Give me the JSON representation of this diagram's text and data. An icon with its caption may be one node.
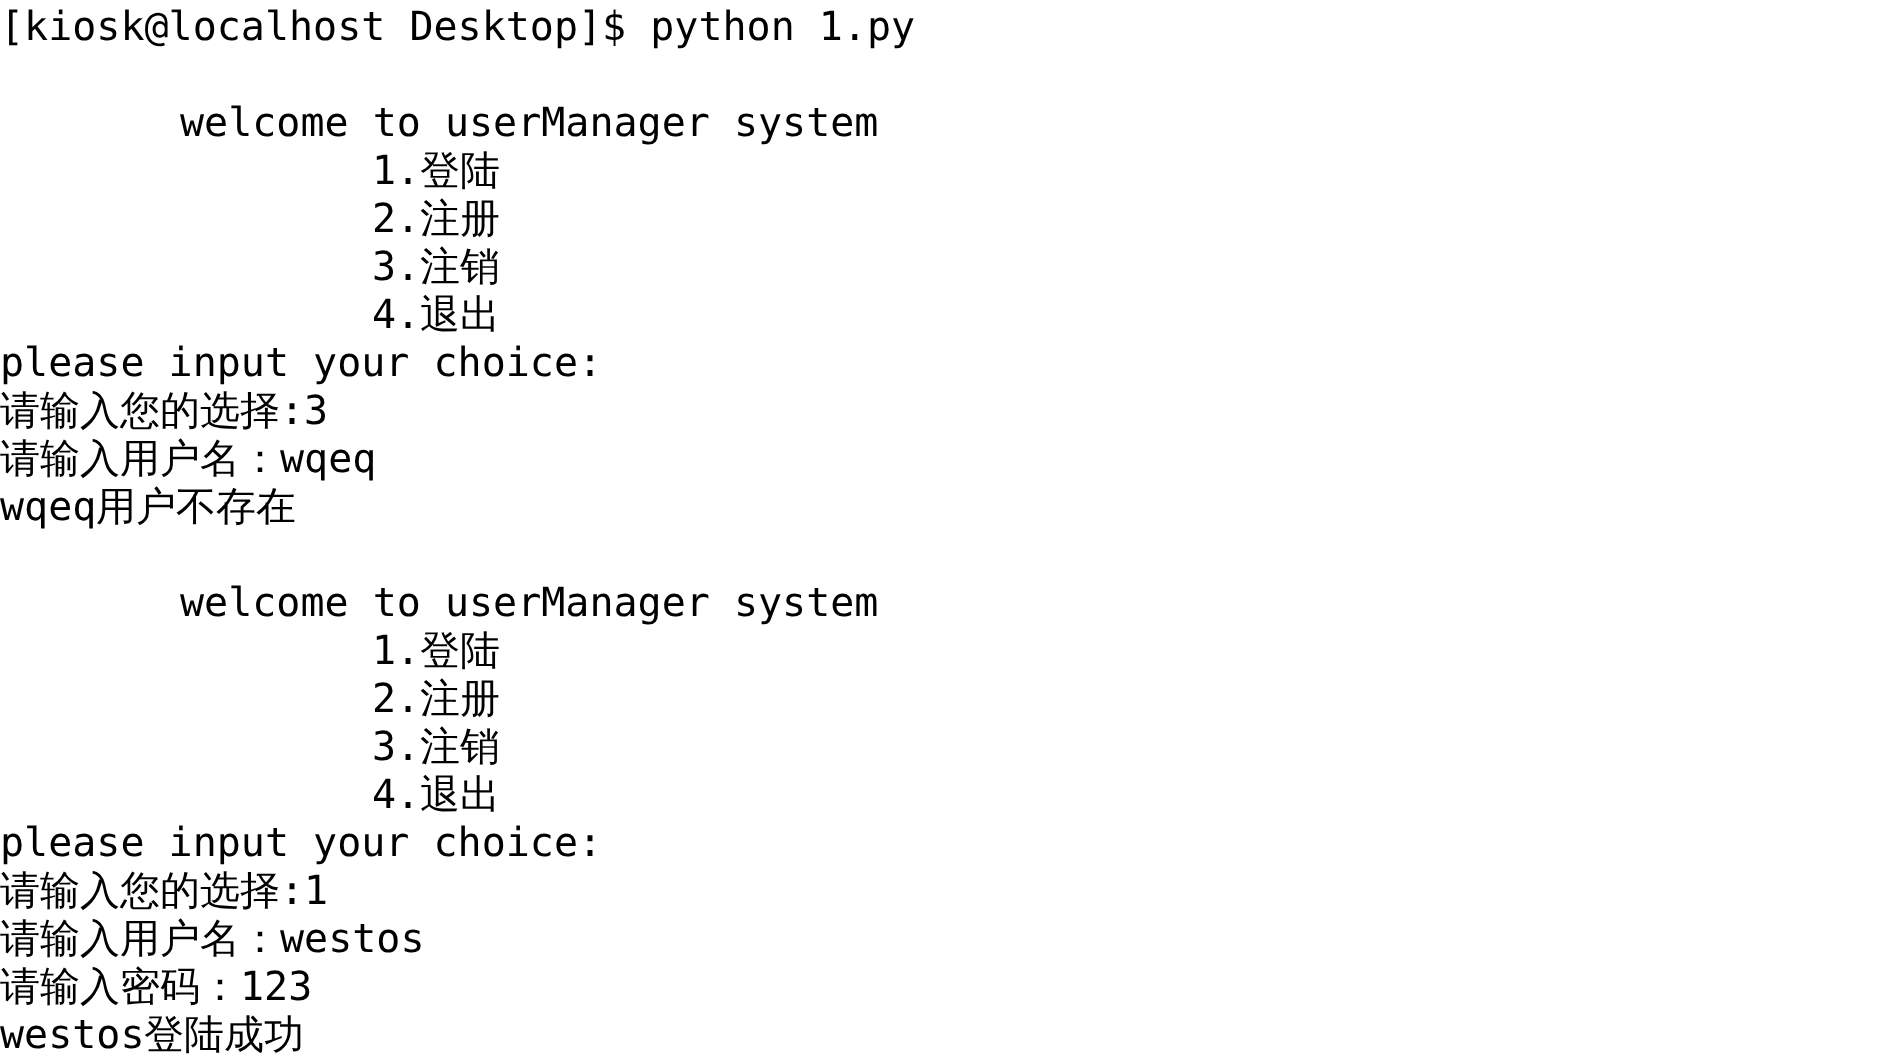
{
  "diagram": {
    "labels": [
      "[kiosk@localhost Desktop]$ python 1.py",
      "welcome to userManager system",
      "1.登陆",
      "2.注册",
      "3.注销",
      "4.退出",
      "please input your choice:",
      "请输入您的选择:3",
      "请输入用户名：wqeq",
      "wqeq用户不存在",
      "welcome to userManager system",
      "1.登陆",
      "2.注册",
      "3.注销",
      "4.退出",
      "please input your choice:",
      "请输入您的选择:1",
      "请输入用户名：westos",
      "请输入密码：123",
      "westos登陆成功"
    ]
  }
}
